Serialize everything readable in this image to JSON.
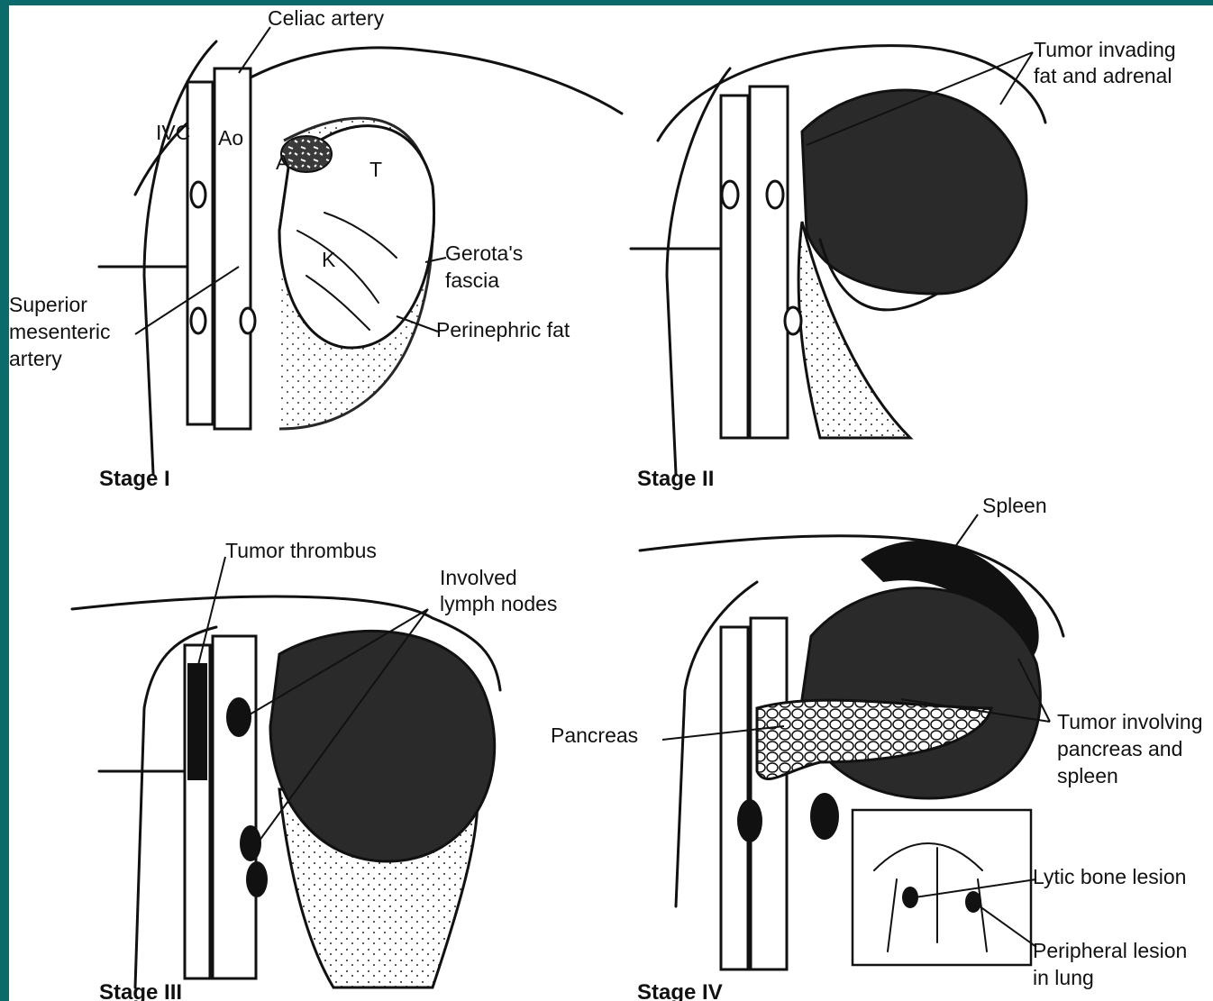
{
  "colors": {
    "frame": "#0a6b6a",
    "background": "#ffffff",
    "ink": "#111111"
  },
  "stages": [
    "Stage I",
    "Stage II",
    "Stage III",
    "Stage IV"
  ],
  "labels": {
    "celiac_artery": "Celiac artery",
    "ivc": "IVC",
    "ao": "Ao",
    "a": "A",
    "t": "T",
    "k": "K",
    "gerotas_fascia": [
      "Gerota's",
      "fascia"
    ],
    "perinephric_fat": "Perinephric fat",
    "superior_mesenteric_artery": [
      "Superior",
      "mesenteric",
      "artery"
    ],
    "tumor_invading": [
      "Tumor invading",
      "fat and adrenal"
    ],
    "tumor_thrombus": "Tumor thrombus",
    "involved_lymph_nodes": [
      "Involved",
      "lymph nodes"
    ],
    "spleen": "Spleen",
    "pancreas": "Pancreas",
    "tumor_involving": [
      "Tumor involving",
      "pancreas and",
      "spleen"
    ],
    "lytic_bone_lesion": "Lytic bone lesion",
    "peripheral_lesion": [
      "Peripheral lesion",
      "in lung"
    ]
  }
}
